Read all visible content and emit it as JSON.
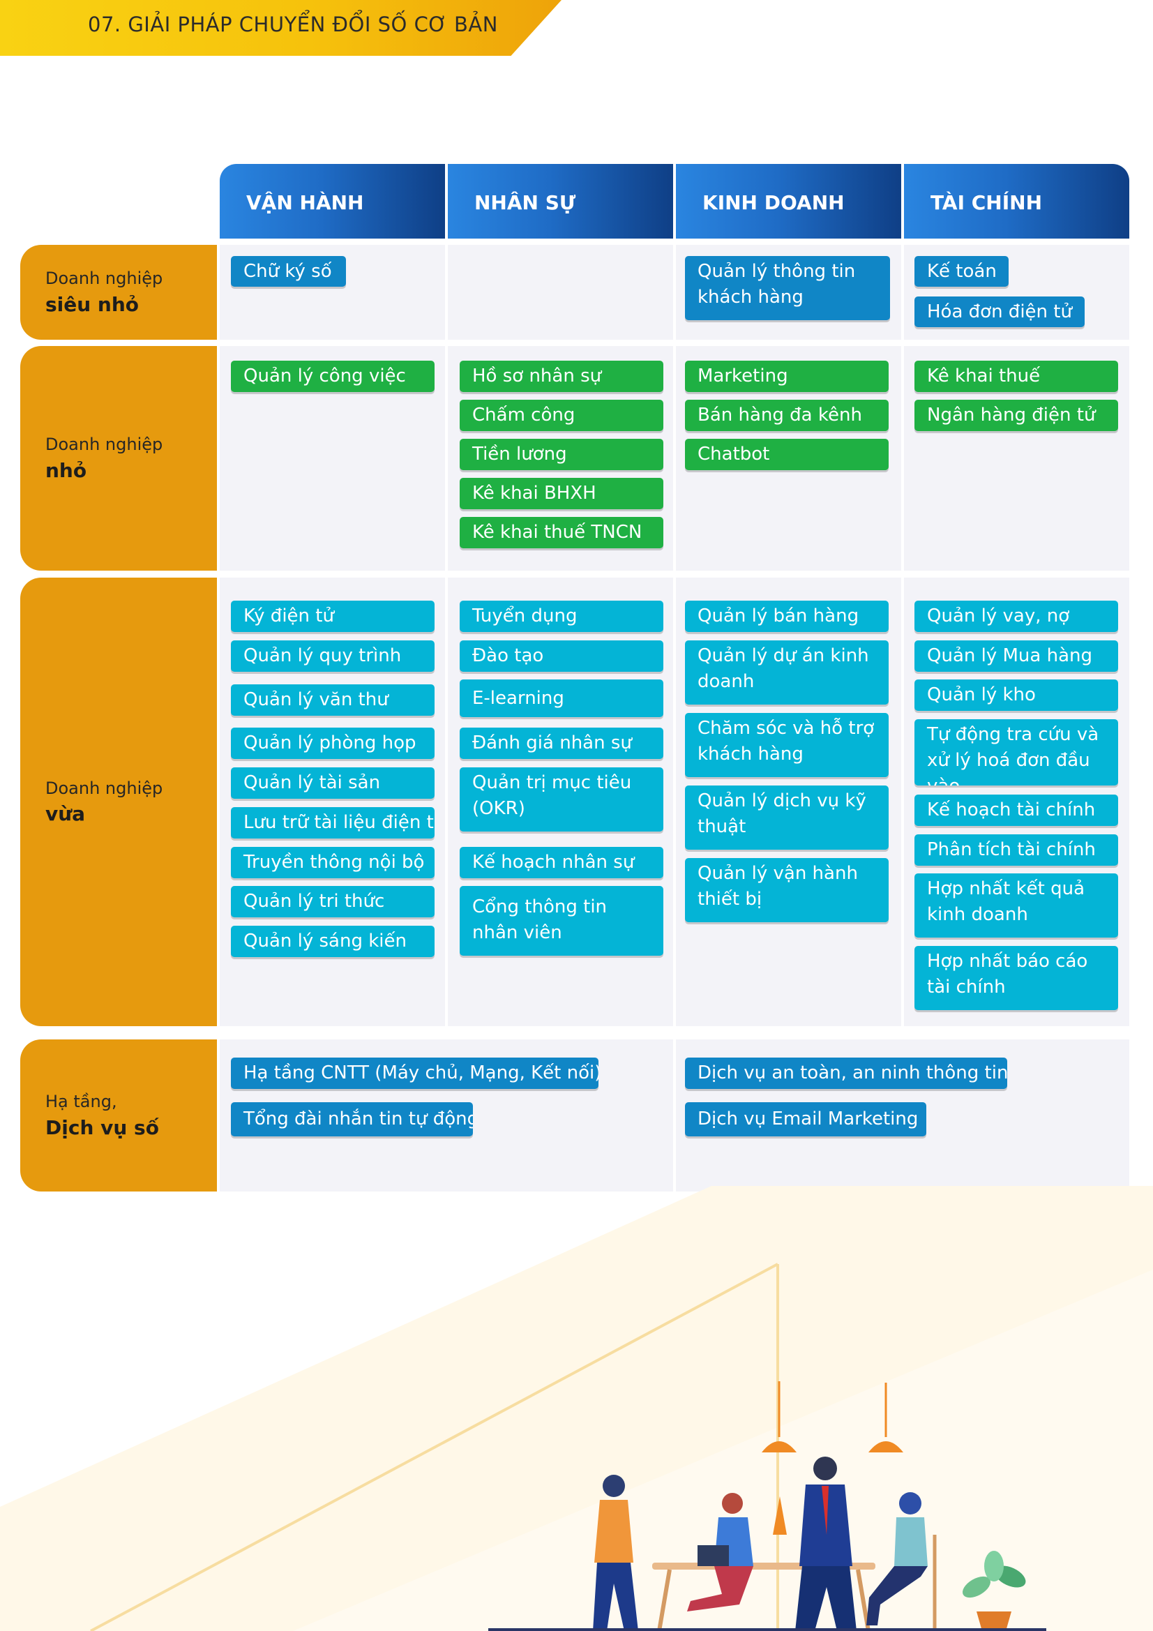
{
  "header": {
    "title": "07. GIẢI PHÁP CHUYỂN ĐỔI SỐ CƠ BẢN"
  },
  "columns": [
    "VẬN HÀNH",
    "NHÂN SỰ",
    "KINH DOANH",
    "TÀI CHÍNH"
  ],
  "rows": [
    {
      "sub": "Doanh nghiệp",
      "main": "siêu nhỏ"
    },
    {
      "sub": "Doanh nghiệp",
      "main": "nhỏ"
    },
    {
      "sub": "Doanh nghiệp",
      "main": "vừa"
    },
    {
      "sub": "Hạ tầng,",
      "main": "Dịch vụ số"
    }
  ],
  "sieu_nho": {
    "van_hanh": [
      "Chữ ký số"
    ],
    "kinh_doanh": [
      "Quản lý thông tin khách hàng"
    ],
    "tai_chinh": [
      "Kế toán",
      "Hóa đơn điện tử"
    ]
  },
  "nho": {
    "van_hanh": [
      "Quản lý công việc"
    ],
    "nhan_su": [
      "Hồ sơ nhân sự",
      "Chấm công",
      "Tiền lương",
      "Kê khai BHXH",
      "Kê khai thuế TNCN"
    ],
    "kinh_doanh": [
      "Marketing",
      "Bán hàng đa kênh",
      "Chatbot"
    ],
    "tai_chinh": [
      "Kê khai thuế",
      "Ngân hàng điện tử"
    ]
  },
  "vua": {
    "van_hanh": [
      "Ký điện tử",
      "Quản lý quy trình",
      "Quản lý văn thư",
      "Quản lý phòng họp",
      "Quản lý tài sản",
      "Lưu trữ tài liệu điện tử",
      "Truyền thông nội bộ",
      "Quản lý tri thức",
      "Quản lý sáng kiến"
    ],
    "nhan_su": [
      "Tuyển dụng",
      "Đào tạo",
      "E-learning",
      "Đánh giá nhân sự",
      "Quản trị mục tiêu (OKR)",
      "Kế hoạch nhân sự",
      "Cổng thông tin nhân viên"
    ],
    "kinh_doanh": [
      "Quản lý bán hàng",
      "Quản lý dự án kinh doanh",
      "Chăm sóc và hỗ trợ khách hàng",
      "Quản lý dịch vụ kỹ thuật",
      "Quản lý vận hành thiết bị"
    ],
    "tai_chinh": [
      "Quản lý vay, nợ",
      "Quản lý Mua hàng",
      "Quản lý kho",
      "Tự động tra cứu và xử lý hoá đơn đầu vào",
      "Kế hoạch tài chính",
      "Phân tích tài chính",
      "Hợp nhất kết quả kinh doanh",
      "Hợp nhất báo cáo tài chính"
    ]
  },
  "ha_tang": {
    "left": [
      "Hạ tầng CNTT (Máy chủ, Mạng, Kết nối)",
      "Tổng đài nhắn tin tự động"
    ],
    "right": [
      "Dịch vụ an toàn, an ninh thông tin",
      "Dịch vụ Email Marketing"
    ]
  },
  "colors": {
    "header_yellow": "#f6c20c",
    "row_orange": "#e69a0e",
    "chip_blue": "#1086c6",
    "chip_green": "#1fb043",
    "chip_cyan": "#04b4d6",
    "col_blue_dark": "#0f3f86"
  }
}
